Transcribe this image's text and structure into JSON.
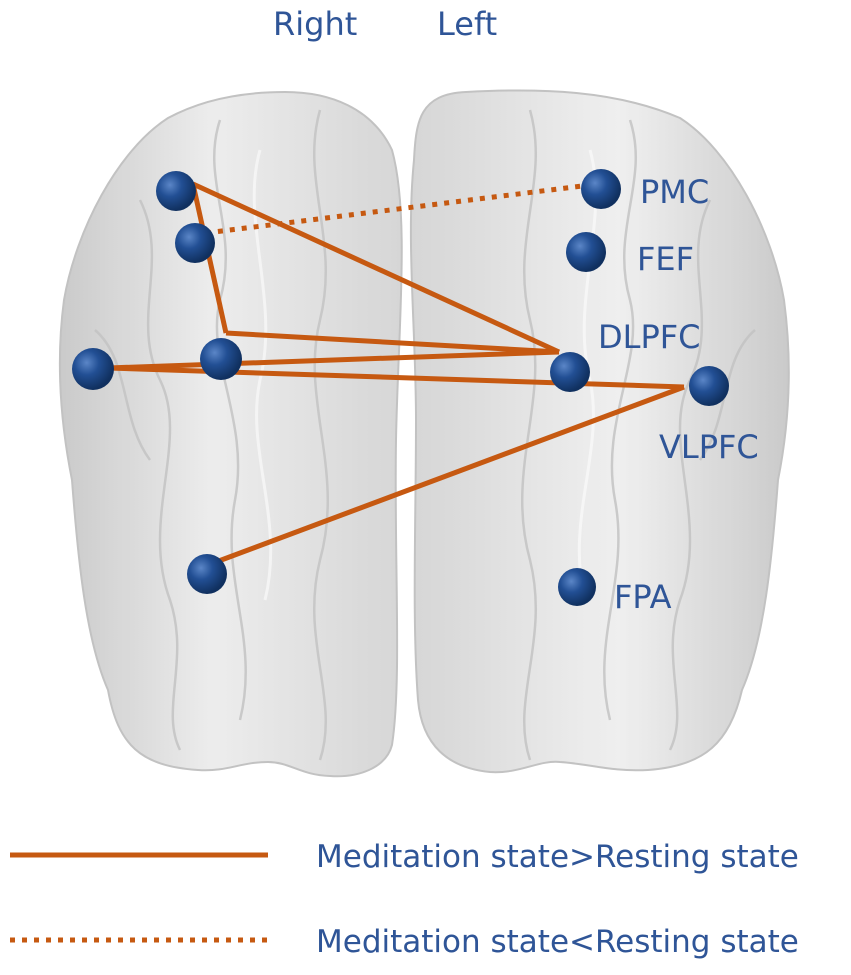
{
  "hemisphere_labels": {
    "right": "Right",
    "left": "Left"
  },
  "colors": {
    "node": "#1f4e8c",
    "node_highlight": "#4f7fc0",
    "edge": "#c65911",
    "label": "#2f5597",
    "brain": "#d9d9d9"
  },
  "regions": {
    "pmc": "PMC",
    "fef": "FEF",
    "dlpfc": "DLPFC",
    "vlpfc": "VLPFC",
    "fpa": "FPA"
  },
  "nodes": [
    {
      "id": "R_PMC",
      "hemisphere": "right",
      "region": "PMC"
    },
    {
      "id": "R_FEF",
      "hemisphere": "right",
      "region": "FEF"
    },
    {
      "id": "R_DLPFC",
      "hemisphere": "right",
      "region": "DLPFC"
    },
    {
      "id": "R_VLPFC",
      "hemisphere": "right",
      "region": "VLPFC"
    },
    {
      "id": "R_FPA",
      "hemisphere": "right",
      "region": "FPA"
    },
    {
      "id": "L_PMC",
      "hemisphere": "left",
      "region": "PMC"
    },
    {
      "id": "L_FEF",
      "hemisphere": "left",
      "region": "FEF"
    },
    {
      "id": "L_DLPFC",
      "hemisphere": "left",
      "region": "DLPFC"
    },
    {
      "id": "L_VLPFC",
      "hemisphere": "left",
      "region": "VLPFC"
    },
    {
      "id": "L_FPA",
      "hemisphere": "left",
      "region": "FPA"
    }
  ],
  "connections": [
    {
      "from": "R_PMC",
      "to": "R_DLPFC",
      "type": "meditation_greater"
    },
    {
      "from": "R_PMC",
      "to": "L_DLPFC",
      "type": "meditation_greater"
    },
    {
      "from": "R_DLPFC",
      "to": "L_DLPFC",
      "type": "meditation_greater"
    },
    {
      "from": "R_VLPFC",
      "to": "L_DLPFC",
      "type": "meditation_greater"
    },
    {
      "from": "R_VLPFC",
      "to": "L_VLPFC",
      "type": "meditation_greater"
    },
    {
      "from": "R_FPA",
      "to": "L_VLPFC",
      "type": "meditation_greater"
    },
    {
      "from": "R_FEF",
      "to": "L_PMC",
      "type": "meditation_less"
    }
  ],
  "legend": {
    "solid_label": "Meditation state>Resting state",
    "dotted_label": "Meditation state<Resting state"
  }
}
